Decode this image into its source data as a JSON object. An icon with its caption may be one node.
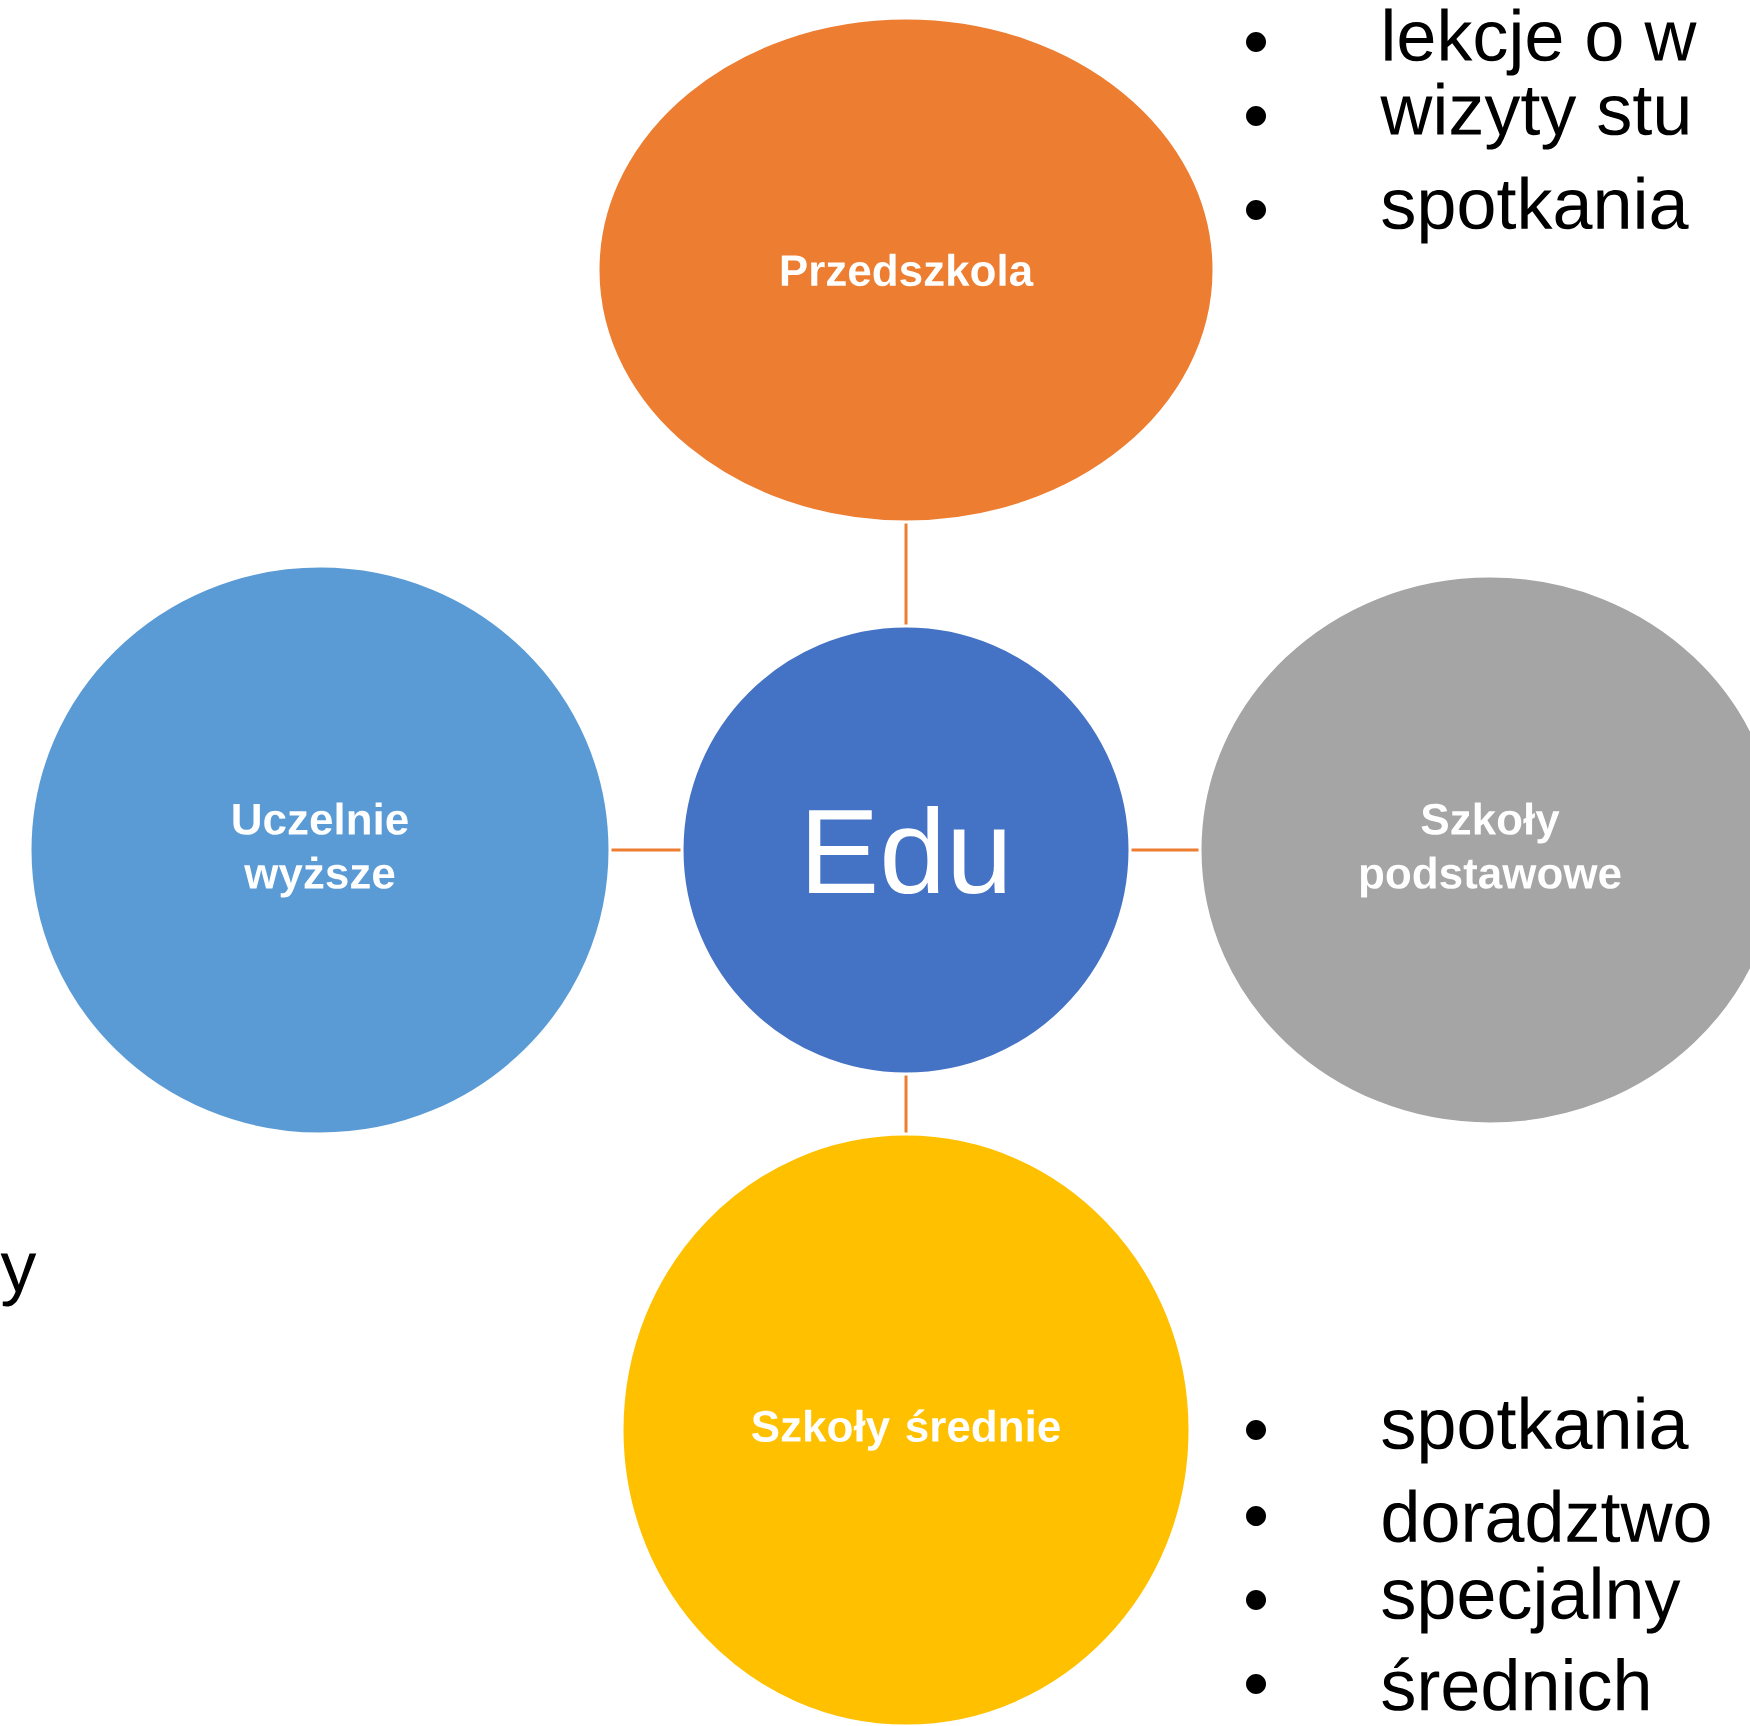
{
  "diagram": {
    "nodes": [
      {
        "text": [
          "Przedszkola"
        ]
      },
      {
        "text": [
          "Uczelnie wyższe"
        ]
      },
      {
        "text": [
          "Edu"
        ]
      },
      {
        "text": [
          "Szkoły podstawowe"
        ]
      },
      {
        "text": [
          "Szkoły średnie"
        ]
      }
    ],
    "edges": [
      {
        "from": 2,
        "to": 0,
        "arrow": "none"
      },
      {
        "from": 2,
        "to": 1,
        "arrow": "none"
      },
      {
        "from": 2,
        "to": 3,
        "arrow": "none"
      },
      {
        "from": 2,
        "to": 4,
        "arrow": "none"
      }
    ],
    "labels": [
      "lekcje o w",
      "wizyty stu",
      "spotkania",
      "y",
      "spotkania",
      "doradztwo",
      "specjalny",
      "średnich"
    ]
  }
}
